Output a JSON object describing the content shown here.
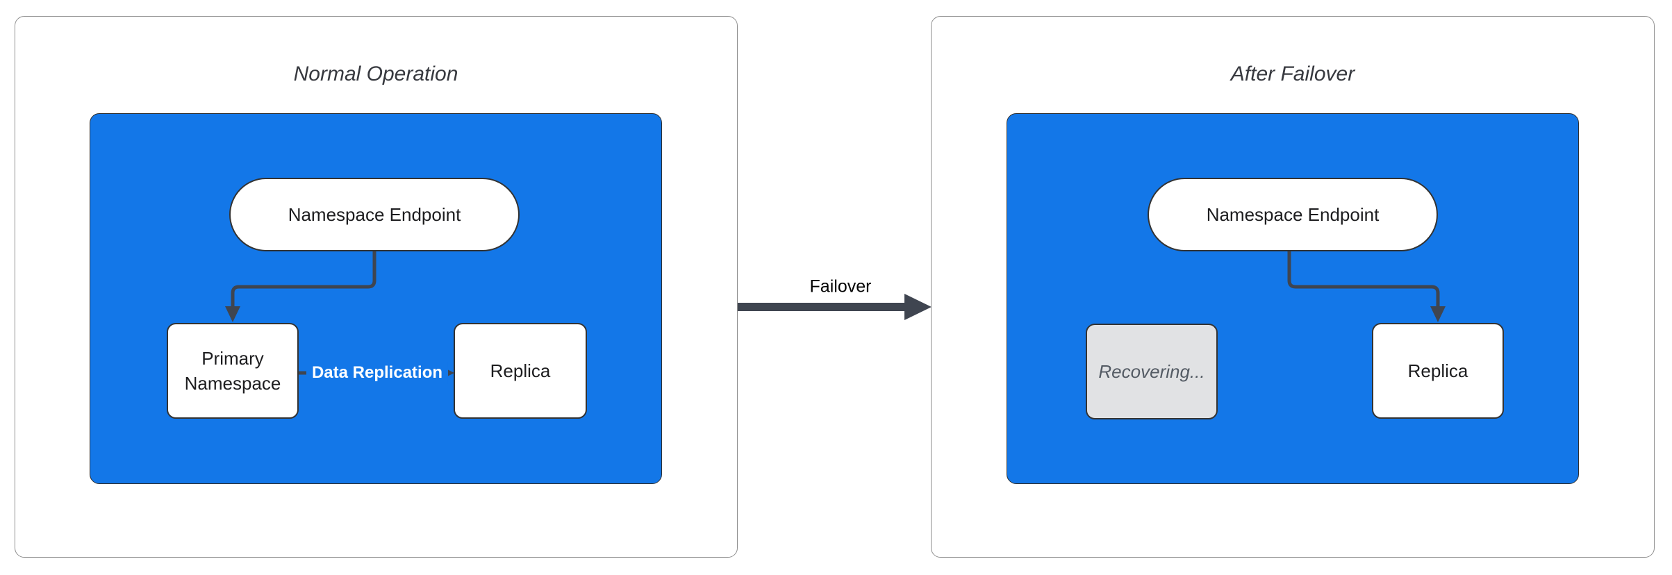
{
  "left_panel": {
    "title": "Normal Operation",
    "endpoint_label": "Namespace Endpoint",
    "primary_label": "Primary Namespace",
    "replica_label": "Replica",
    "replication_edge_label": "Data Replication"
  },
  "transition_arrow": {
    "label": "Failover"
  },
  "right_panel": {
    "title": "After Failover",
    "endpoint_label": "Namespace Endpoint",
    "recovering_label": "Recovering...",
    "replica_label": "Replica"
  },
  "colors": {
    "cluster_fill": "#1377e8",
    "node_border": "#333333",
    "edge": "#3f4550",
    "recovering_fill": "#e1e2e4",
    "recovering_text": "#545b64",
    "panel_border": "#8f8f8f",
    "title_text": "#37393f",
    "node_text": "#1d1d1f",
    "edge_label_text": "#ffffff",
    "failover_text": "#000000"
  }
}
